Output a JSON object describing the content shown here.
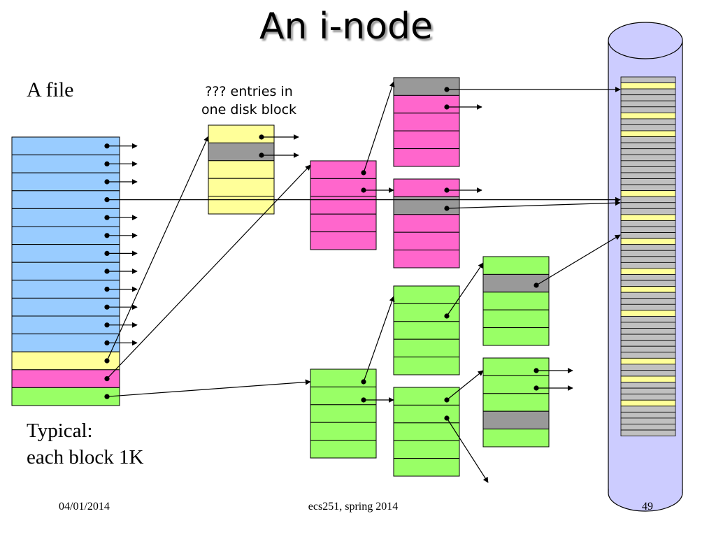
{
  "title": "An i-node",
  "labels": {
    "file": "A file",
    "entries_line1": "??? entries in",
    "entries_line2": "one disk block",
    "typical_line1": "Typical:",
    "typical_line2": "each block 1K"
  },
  "footer": {
    "date": "04/01/2014",
    "course": "ecs251, spring 2014",
    "page": "49"
  },
  "colors": {
    "direct": "#99ccff",
    "single_indirect": "#ffff99",
    "double_indirect": "#ff66cc",
    "triple_indirect": "#99ff66",
    "unused": "#999999",
    "disk": "#ccccff"
  }
}
